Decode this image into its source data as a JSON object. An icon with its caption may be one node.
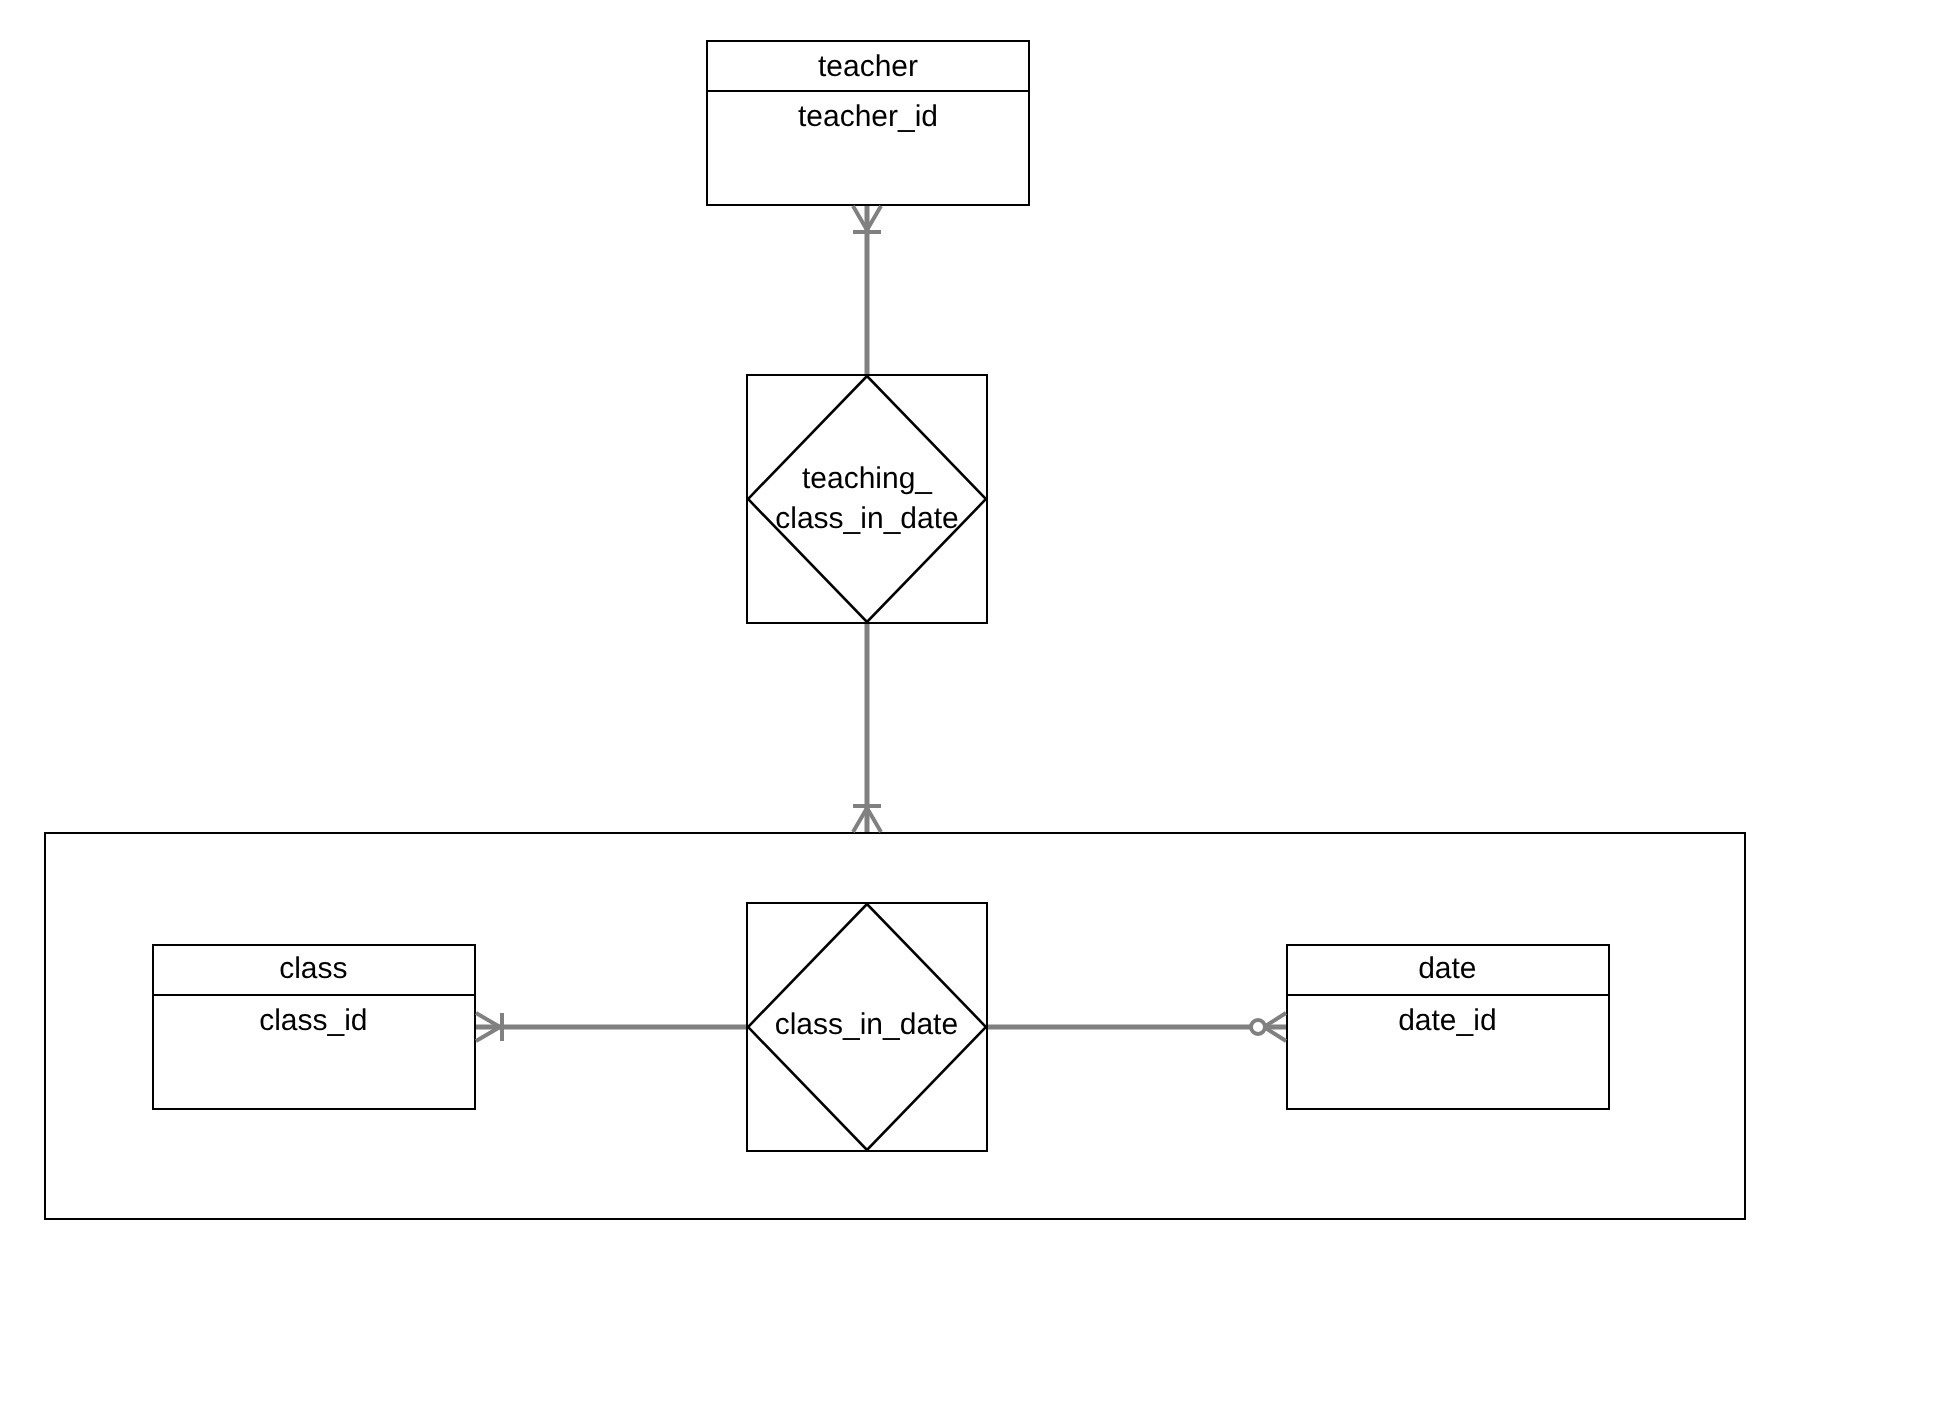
{
  "diagram": {
    "nodes": [
      {
        "text": [
          "teacher",
          "teacher_id"
        ]
      },
      {
        "text": [
          "teaching_ class_in_date"
        ]
      },
      {
        "text": [],
        "shape": "box"
      },
      {
        "text": [
          "class",
          "class_id"
        ],
        "in": 2
      },
      {
        "text": [
          "class_in_date"
        ],
        "in": 2
      },
      {
        "text": [
          "date",
          "date_id"
        ],
        "in": 2
      }
    ],
    "edges": [
      {
        "from": 1,
        "to": 0,
        "arrow": "other"
      },
      {
        "from": 1,
        "to": 2,
        "arrow": "other"
      },
      {
        "from": 4,
        "to": 3,
        "arrow": "other"
      },
      {
        "from": 4,
        "to": 5,
        "arrow": "other"
      }
    ]
  }
}
